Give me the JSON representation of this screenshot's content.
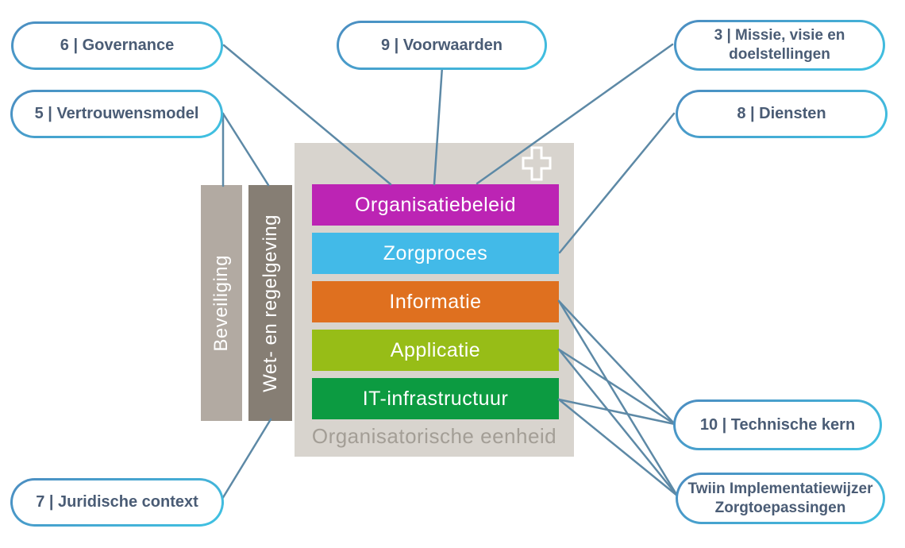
{
  "diagram": {
    "pills": {
      "governance": "6 | Governance",
      "vertrouwensmodel": "5 | Vertrouwensmodel",
      "voorwaarden": "9 | Voorwaarden",
      "missie": "3 | Missie, visie en\ndoelstellingen",
      "diensten": "8 | Diensten",
      "technische_kern": "10 | Technische kern",
      "twiin": "Twiin Implementatiewijzer\nZorgtoepassingen",
      "juridische_context": "7 | Juridische context"
    },
    "unit": {
      "caption": "Organisatorische eenheid",
      "background": "#d8d4ce",
      "layers": [
        {
          "label": "Organisatiebeleid",
          "color": "#bc24b4"
        },
        {
          "label": "Zorgproces",
          "color": "#42bae8"
        },
        {
          "label": "Informatie",
          "color": "#df701f"
        },
        {
          "label": "Applicatie",
          "color": "#97bd17"
        },
        {
          "label": "IT-infrastructuur",
          "color": "#0c9b41"
        }
      ]
    },
    "side_bars": [
      {
        "label": "Beveiliging",
        "color": "#b2aaa2"
      },
      {
        "label": "Wet- en regelgeving",
        "color": "#867e74"
      }
    ],
    "icons": {
      "plus": "plus-icon"
    },
    "colors": {
      "connector": "#5d89a6",
      "pill_border_start": "#4c8cc0",
      "pill_border_end": "#3fc3e3",
      "pill_text": "#4a5c75",
      "caption_text": "#a39e96",
      "layer_text": "#ffffff",
      "plus_icon_stroke": "#ffffff"
    }
  }
}
